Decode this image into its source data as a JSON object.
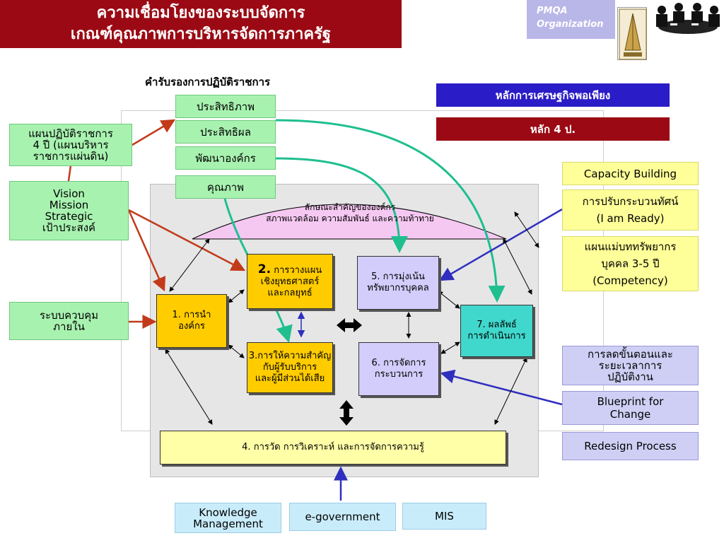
{
  "header": {
    "title_line1": "ความเชื่อมโยงของระบบจัดการ",
    "title_line2": "เกณฑ์คุณภาพการบริหารจัดการภาครัฐ",
    "org_line1": "PMQA",
    "org_line2": "Organization"
  },
  "certification_label": "คำรับรองการปฏิบัติราชการ",
  "top_boxes": [
    "ประสิทธิภาพ",
    "ประสิทธิผล",
    "พัฒนาองค์กร",
    "คุณภาพ"
  ],
  "left_boxes": {
    "plan": [
      "แผนปฏิบัติราชการ",
      "4 ปี (แผนบริหาร",
      "ราชการแผ่นดิน)"
    ],
    "vision": [
      "Vision",
      "Mission",
      "Strategic",
      "เป้าประสงค์"
    ],
    "control": [
      "ระบบควบคุม",
      "ภายใน"
    ]
  },
  "right_banners": {
    "sufficiency": "หลักการเศรษฐกิจพอเพียง",
    "four_p": "หลัก 4 ป."
  },
  "right_boxes": {
    "capacity": "Capacity Building",
    "mindset": [
      "การปรับกระบวนทัศน์",
      "(I am Ready)"
    ],
    "hr_plan": [
      "แผนแม่บททรัพยากร",
      "บุคคล 3-5 ปี",
      "(Competency)"
    ],
    "reduce_steps": [
      "การลดขั้นตอนและ",
      "ระยะเวลาการ",
      "ปฏิบัติงาน"
    ],
    "blueprint": [
      "Blueprint for",
      "Change"
    ],
    "redesign": "Redesign Process"
  },
  "diagram": {
    "profile_line1": "ลักษณะสำคัญขององค์กร",
    "profile_line2": "สภาพแวดล้อม ความสัมพันธ์ และความท้าทาย",
    "cat1": [
      "1. การนำ",
      "องค์กร"
    ],
    "cat2_num": "2.",
    "cat2": [
      "การวางแผน",
      "เชิงยุทธศาสตร์",
      "และกลยุทธ์"
    ],
    "cat3": [
      "3.การให้ความสำคัญ",
      "กับผู้รับบริการ",
      "และผู้มีส่วนได้เสีย"
    ],
    "cat4": "4. การวัด การวิเคราะห์ และการจัดการความรู้",
    "cat5": [
      "5. การมุ่งเน้น",
      "ทรัพยากรบุคคล"
    ],
    "cat6": [
      "6. การจัดการ",
      "กระบวนการ"
    ],
    "cat7": [
      "7. ผลลัพธ์",
      "การดำเนินการ"
    ]
  },
  "bottom_boxes": {
    "km": [
      "Knowledge",
      "Management"
    ],
    "egov": "e-government",
    "mis": "MIS"
  },
  "colors": {
    "title_red": "#9b0a14",
    "banner_blue": "#2a1cc6",
    "green_box": "#a8f2b0",
    "lavender_box": "#cfcff5",
    "yellow_box": "#ffff99",
    "orange_box": "#ffcc00",
    "purple_box": "#d2cdfb",
    "teal_box": "#40d8cc",
    "light_blue_box": "#c9ecfb",
    "profile_pink": "#f5c8f2"
  }
}
